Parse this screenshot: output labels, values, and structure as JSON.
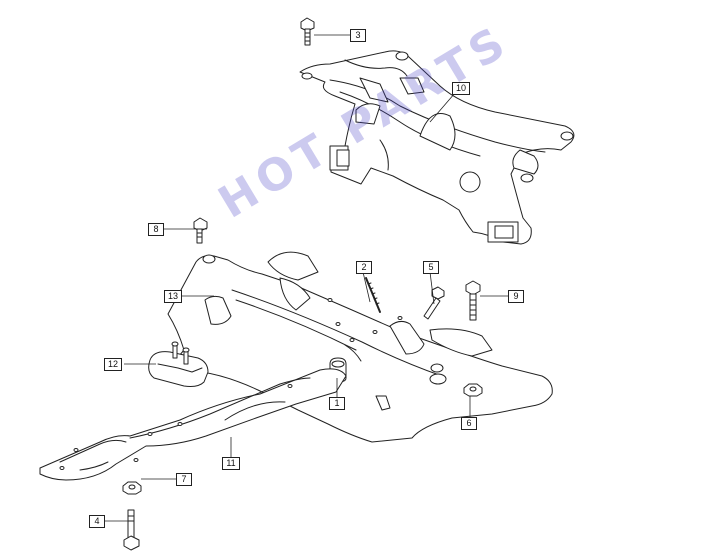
{
  "watermark": "HOT PARTS",
  "callouts": {
    "c1": "1",
    "c2": "2",
    "c3": "3",
    "c4": "4",
    "c5": "5",
    "c6": "6",
    "c7": "7",
    "c8": "8",
    "c9": "9",
    "c10": "10",
    "c11": "11",
    "c12": "12",
    "c13": "13"
  },
  "colors": {
    "line": "#222222",
    "watermark": "#4b45c8",
    "background": "#ffffff"
  }
}
